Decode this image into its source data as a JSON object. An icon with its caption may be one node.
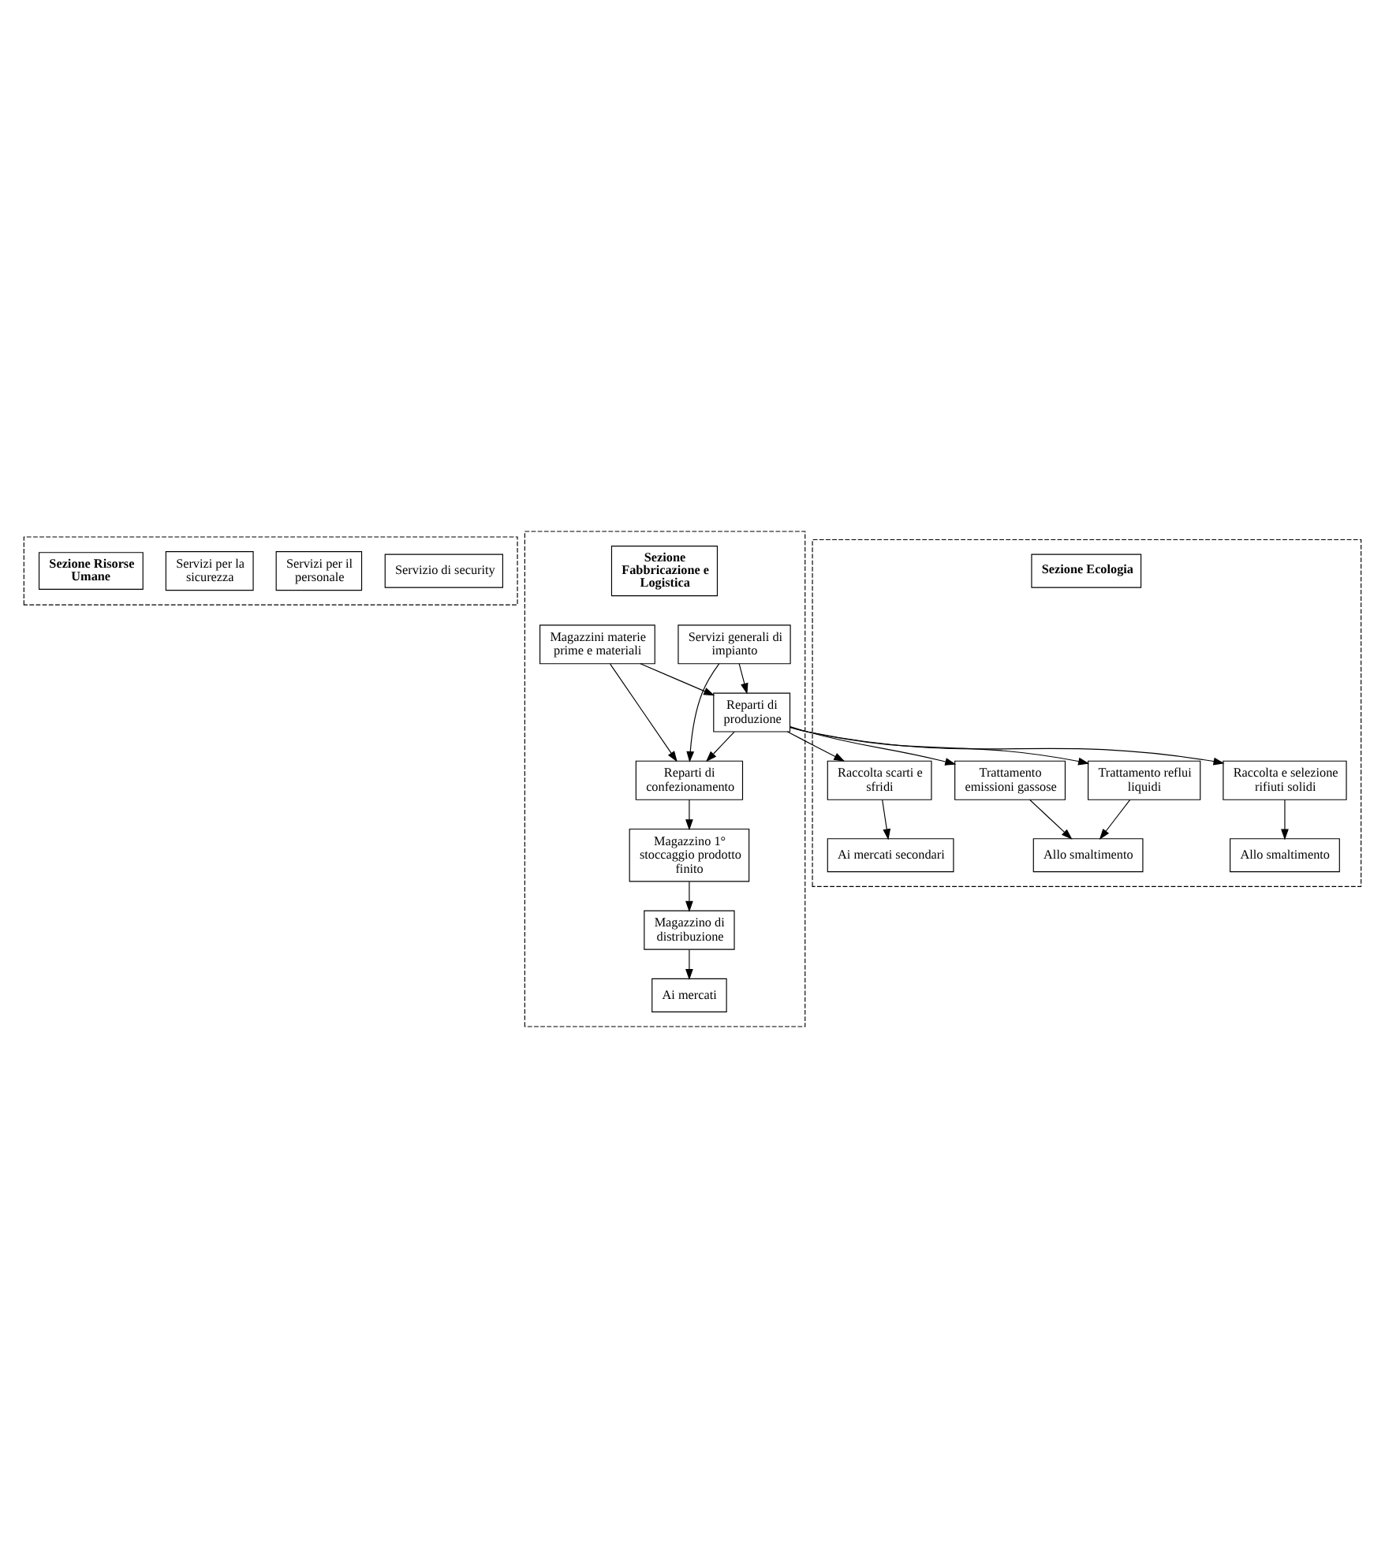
{
  "diagram": {
    "nodes": [
      {
        "text": [],
        "shape": "box"
      },
      {
        "text": [
          "Servizio di security"
        ],
        "in": 0
      },
      {
        "text": [
          "Servizi per il personale"
        ],
        "in": 0
      },
      {
        "text": [
          "Servizi per la sicurezza"
        ],
        "in": 0
      },
      {
        "text": [
          "Sezione Risorse Umane"
        ],
        "in": 0
      },
      {
        "text": [],
        "shape": "box"
      },
      {
        "text": [
          "Servizi generali di impianto"
        ],
        "in": 5
      },
      {
        "text": [
          "Sezione Fabbricazione e Logistica"
        ],
        "in": 5
      },
      {
        "text": [
          "Magazzini materie prime e materiali"
        ],
        "in": 5
      },
      {
        "text": [
          "Reparti di produzione"
        ],
        "in": 5
      },
      {
        "text": [
          "Reparti di confezionamento"
        ],
        "in": 5
      },
      {
        "text": [
          "Magazzino 1° stoccaggio prodotto finito"
        ],
        "in": 5
      },
      {
        "text": [
          "Magazzino di distribuzione"
        ],
        "in": 5
      },
      {
        "text": [
          "Ai mercati"
        ],
        "in": 5
      },
      {
        "text": [],
        "shape": "box"
      },
      {
        "text": [
          "Raccolta e selezione rifiuti solidi"
        ],
        "in": 14
      },
      {
        "text": [
          "Raccolta scarti e sfridi"
        ],
        "in": 14
      },
      {
        "text": [
          "Trattamento reflui liquidi"
        ],
        "in": 14
      },
      {
        "text": [
          "Trattamento emissioni gassose"
        ],
        "in": 14
      },
      {
        "text": [
          "Allo smaltimento"
        ],
        "in": 14
      },
      {
        "text": [
          "Ai mercati secondari"
        ],
        "in": 14
      },
      {
        "text": [
          "Allo smaltimento"
        ],
        "in": 14
      },
      {
        "text": [
          "Sezione Ecologia"
        ],
        "in": 14
      }
    ],
    "edges": [
      {
        "from": 6,
        "to": 9,
        "arrow": "to"
      },
      {
        "from": 6,
        "to": 10,
        "arrow": "to"
      },
      {
        "from": 8,
        "to": 9,
        "arrow": "to"
      },
      {
        "from": 8,
        "to": 10,
        "arrow": "to"
      },
      {
        "from": 9,
        "to": 10,
        "arrow": "to"
      },
      {
        "from": 10,
        "to": 11,
        "arrow": "to"
      },
      {
        "from": 11,
        "to": 12,
        "arrow": "to"
      },
      {
        "from": 12,
        "to": 13,
        "arrow": "to"
      },
      {
        "from": 9,
        "to": 15,
        "arrow": "to"
      },
      {
        "from": 9,
        "to": 16,
        "arrow": "to"
      },
      {
        "from": 9,
        "to": 17,
        "arrow": "to"
      },
      {
        "from": 9,
        "to": 18,
        "arrow": "to"
      },
      {
        "from": 15,
        "to": 19,
        "arrow": "to"
      },
      {
        "from": 16,
        "to": 20,
        "arrow": "to"
      },
      {
        "from": 17,
        "to": 21,
        "arrow": "to"
      },
      {
        "from": 18,
        "to": 21,
        "arrow": "to"
      }
    ]
  }
}
